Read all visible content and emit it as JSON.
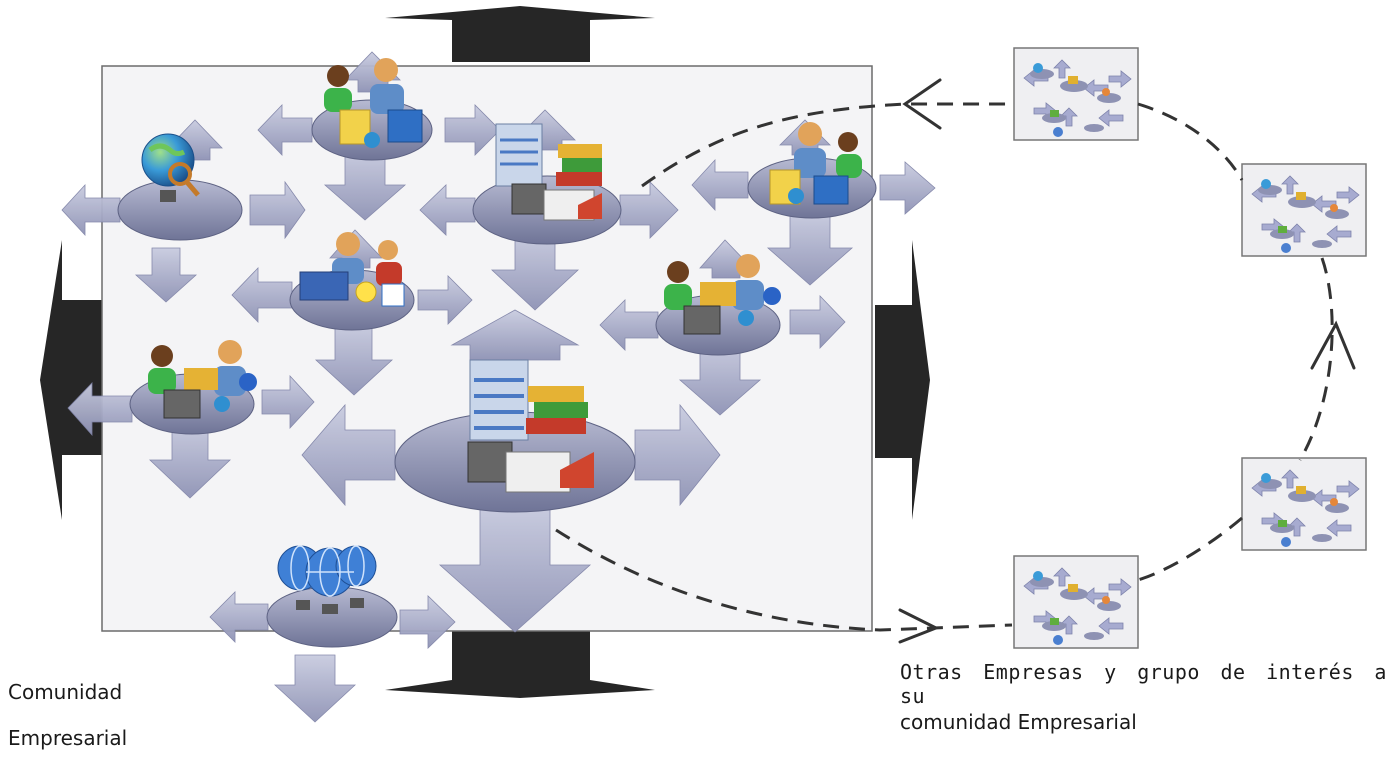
{
  "labels": {
    "community_line1": "Comunidad",
    "community_line2": "Empresarial",
    "others_line1": "Otras Empresas y grupo de interés a su",
    "others_line2": "comunidad Empresarial"
  },
  "icons": [
    "globe-search-icon",
    "users-documents-icon",
    "buildings-books-icon",
    "users-documents-icon",
    "users-books-idea-icon",
    "users-fax-info-icon",
    "users-fax-info-icon",
    "buildings-books-icon",
    "network-globes-icon"
  ],
  "colors": {
    "arrow_fill": "#a9adc9",
    "disc_fill": "#8e92b3",
    "box_fill": "#f4f4f6",
    "dark_arrow": "#2a2a2a",
    "dash": "#333333"
  }
}
